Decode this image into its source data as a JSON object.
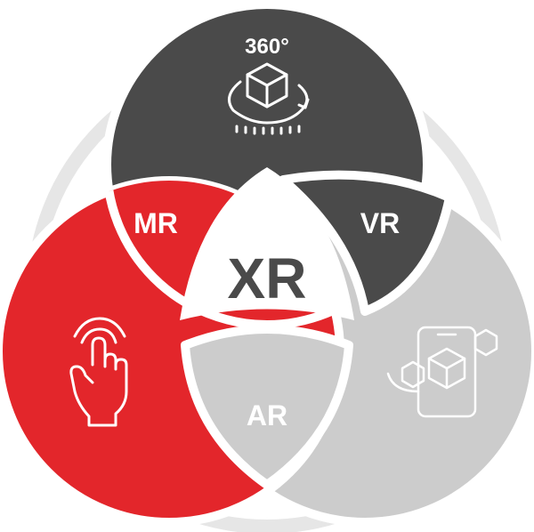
{
  "diagram": {
    "center": {
      "label": "XR"
    },
    "top_circle": {
      "label": "360°",
      "icon": "rotate-360-cube-icon"
    },
    "left_circle": {
      "icon": "tap-hand-icon"
    },
    "right_circle": {
      "icon": "phone-ar-cubes-icon"
    },
    "overlaps": {
      "mr": "MR",
      "vr": "VR",
      "ar": "AR"
    }
  },
  "colors": {
    "red": "#e3262b",
    "dark": "#4a4a4a",
    "light_gray": "#cccccc",
    "ring": "#e6e6e6",
    "white": "#ffffff"
  }
}
